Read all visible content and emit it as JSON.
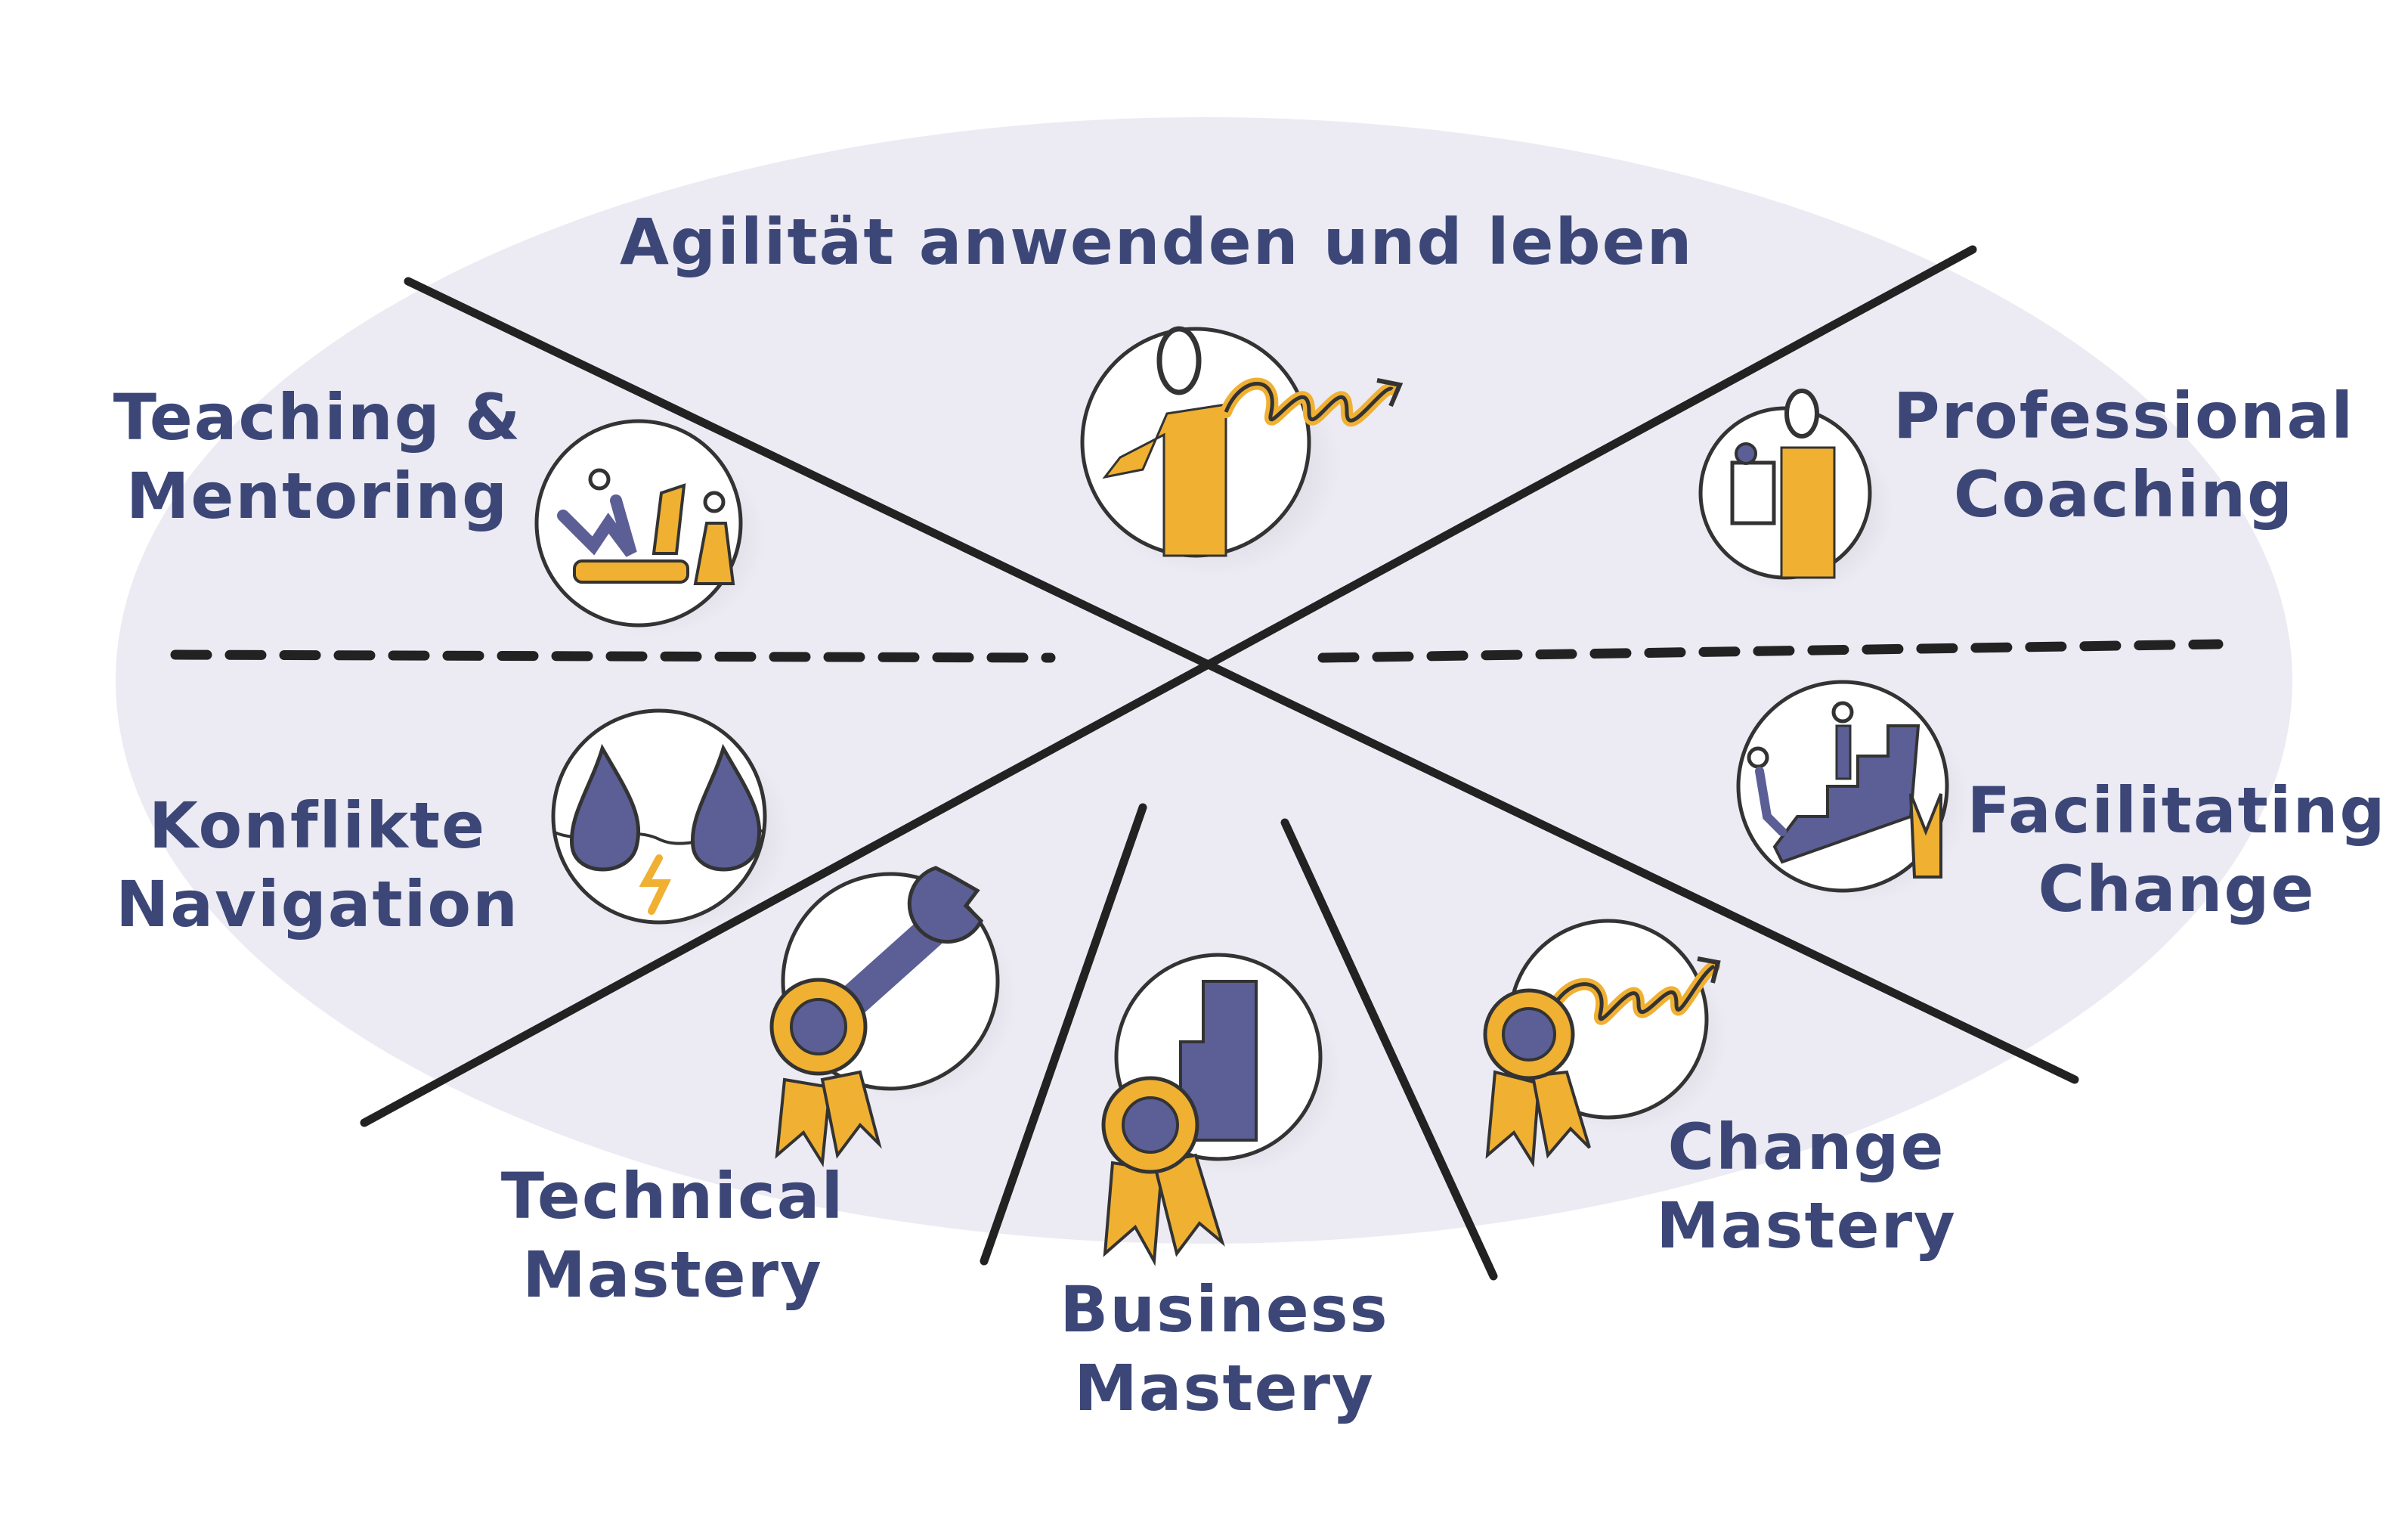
{
  "colors": {
    "ellipse_fill": "#ecebf3",
    "text": "#3c4778",
    "accent_yellow": "#f0b032",
    "accent_navy": "#5b5f96",
    "line": "#222222"
  },
  "roles": {
    "top": "Agilität anwenden und leben",
    "teaching_line1": "Teaching &",
    "teaching_line2": "Mentoring",
    "coaching_line1": "Professional",
    "coaching_line2": "Coaching",
    "conflict_line1": "Konflikte",
    "conflict_line2": "Navigation",
    "facilitating_line1": "Facilitating",
    "facilitating_line2": "Change"
  },
  "mastery": {
    "technical_line1": "Technical",
    "technical_line2": "Mastery",
    "business_line1": "Business",
    "business_line2": "Mastery",
    "change_line1": "Change",
    "change_line2": "Mastery"
  },
  "icons": {
    "agility": "person-with-spiral-arrow-icon",
    "teaching": "teacher-and-student-icon",
    "coaching": "coach-with-clipboard-icon",
    "conflict": "two-drops-with-lightning-icon",
    "facilitating": "people-climbing-stairs-icon",
    "technical": "wrench-with-rosette-icon",
    "business": "building-with-rosette-icon",
    "change": "spiral-arrow-with-rosette-icon"
  }
}
